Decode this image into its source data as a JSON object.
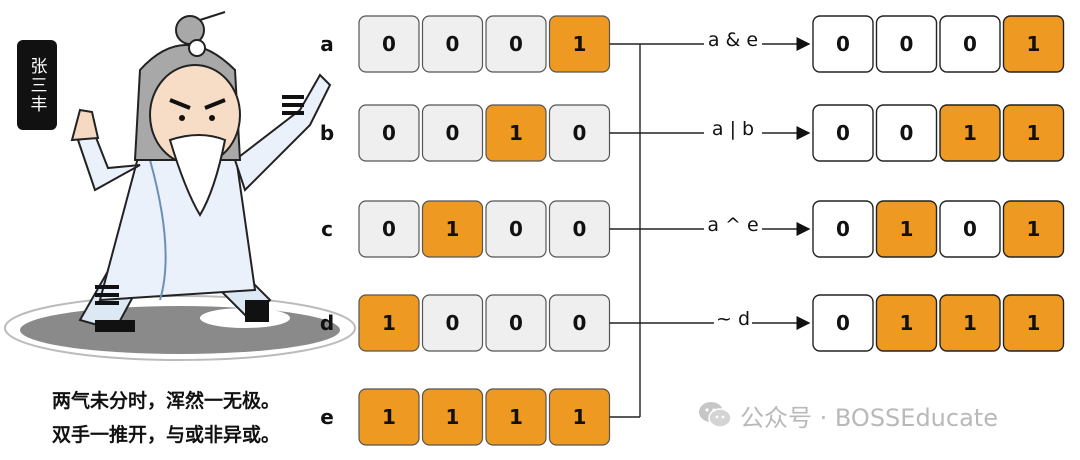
{
  "badge_text": "张三丰",
  "quote": {
    "line1": "两气未分时，浑然一无极。",
    "line2": "双手一推开，与或非异或。"
  },
  "watermark": {
    "icon": "wechat-icon",
    "text": "公众号 · BOSSEducate"
  },
  "colors": {
    "on": "#ee9a22",
    "off_input": "#efefef",
    "off_result": "#ffffff",
    "stroke": "#555555"
  },
  "inputs": [
    {
      "name": "a",
      "bits": [
        "0",
        "0",
        "0",
        "1"
      ]
    },
    {
      "name": "b",
      "bits": [
        "0",
        "0",
        "1",
        "0"
      ]
    },
    {
      "name": "c",
      "bits": [
        "0",
        "1",
        "0",
        "0"
      ]
    },
    {
      "name": "d",
      "bits": [
        "1",
        "0",
        "0",
        "0"
      ]
    },
    {
      "name": "e",
      "bits": [
        "1",
        "1",
        "1",
        "1"
      ]
    }
  ],
  "results": [
    {
      "op": "a & e",
      "bits": [
        "0",
        "0",
        "0",
        "1"
      ]
    },
    {
      "op": "a | b",
      "bits": [
        "0",
        "0",
        "1",
        "1"
      ]
    },
    {
      "op": "a ^ e",
      "bits": [
        "0",
        "1",
        "0",
        "1"
      ]
    },
    {
      "op": "~ d",
      "bits": [
        "0",
        "1",
        "1",
        "1"
      ]
    }
  ]
}
